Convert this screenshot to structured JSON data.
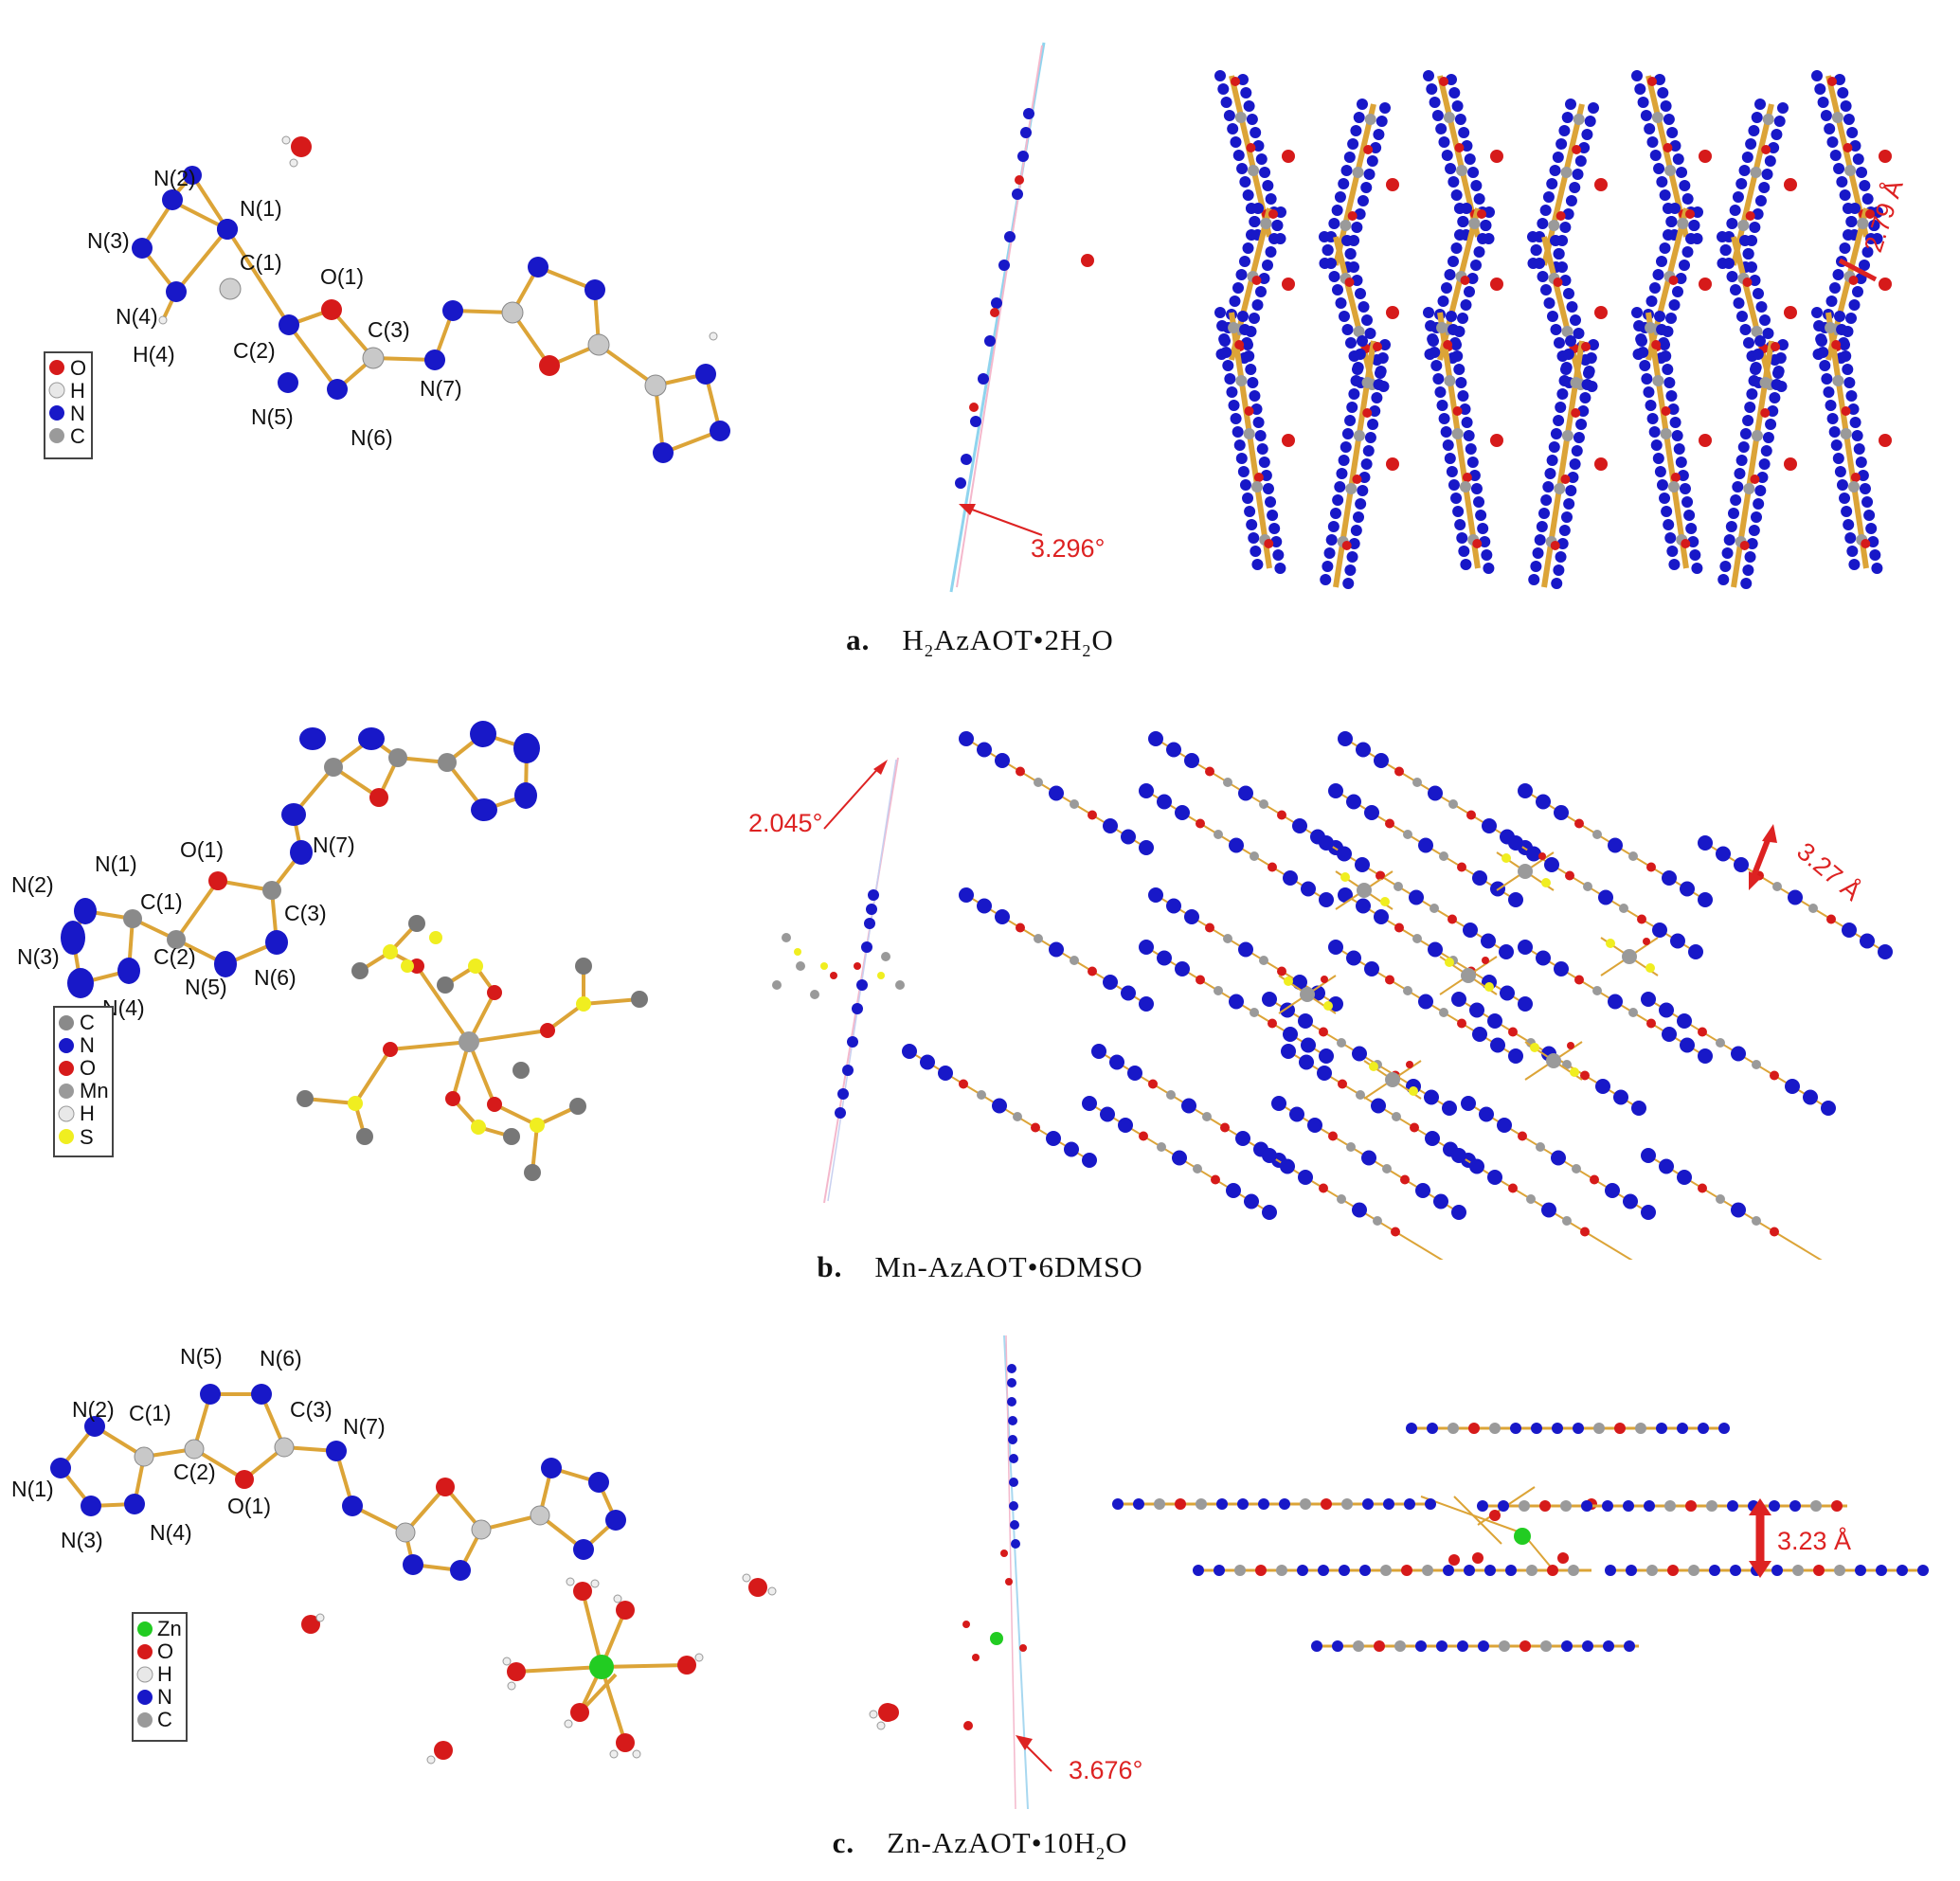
{
  "colors": {
    "O": "#d61a1a",
    "N": "#1818c8",
    "C": "#9a9a9a",
    "H": "#e8e8e8",
    "S": "#f0ee20",
    "Mn": "#9a9a9a",
    "Zn": "#22cc22",
    "bond": "#dca437",
    "annot": "#dd2222"
  },
  "panels": [
    {
      "id": "a",
      "letter": "a.",
      "compound_parts": {
        "p1": "H",
        "p2": "AzAOT",
        "p3": "2H",
        "p4": "O",
        "dot": "•",
        "sub": "2",
        "sub2": "2"
      },
      "atom_labels": [
        "N(2)",
        "N(1)",
        "N(3)",
        "C(1)",
        "O(1)",
        "N(4)",
        "C(3)",
        "H(4)",
        "C(2)",
        "N(7)",
        "N(5)",
        "N(6)"
      ],
      "legend": [
        "O",
        "H",
        "N",
        "C"
      ],
      "angle": "3.296°",
      "distance": "2.79 Å"
    },
    {
      "id": "b",
      "letter": "b.",
      "compound_parts": {
        "p1": "Mn-AzAOT",
        "dot": "•",
        "p2": "6DMSO"
      },
      "atom_labels": [
        "N(7)",
        "O(1)",
        "N(1)",
        "N(2)",
        "C(1)",
        "C(3)",
        "C(2)",
        "N(3)",
        "N(5)",
        "N(6)",
        "N(4)"
      ],
      "legend": [
        "C",
        "N",
        "O",
        "Mn",
        "H",
        "S"
      ],
      "angle": "2.045°",
      "distance": "3.27 Å"
    },
    {
      "id": "c",
      "letter": "c.",
      "compound_parts": {
        "p1": "Zn-AzAOT",
        "dot": "•",
        "p2": "10H",
        "p3": "O",
        "sub": "2"
      },
      "atom_labels": [
        "N(5)",
        "N(6)",
        "N(2)",
        "C(1)",
        "C(3)",
        "N(7)",
        "C(2)",
        "N(1)",
        "O(1)",
        "N(3)",
        "N(4)"
      ],
      "legend": [
        "Zn",
        "O",
        "H",
        "N",
        "C"
      ],
      "angle": "3.676°",
      "distance": "3.23 Å"
    }
  ]
}
